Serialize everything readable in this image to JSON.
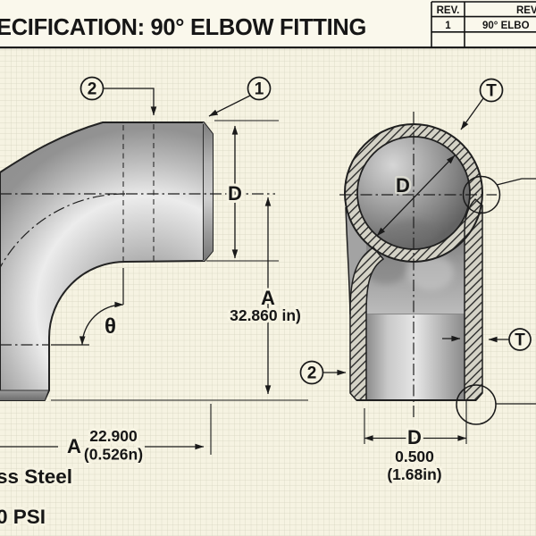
{
  "title": "ECIFICATION: 90° ELBOW FITTING",
  "revision_table": {
    "rev_header": "REV.",
    "desc_header": "REV",
    "rows": [
      {
        "rev": "1",
        "desc": "90° ELBO"
      }
    ]
  },
  "left_view": {
    "balloon_1": "1",
    "balloon_2": "2",
    "dim_d_label": "D",
    "dim_a_label": "A",
    "dim_a_value": "32.860 in)",
    "theta_label": "θ",
    "bottom_dim_label": "A",
    "bottom_dim_value": "22.900",
    "bottom_dim_secondary": "(0.526n)"
  },
  "right_view": {
    "balloon_t_top": "T",
    "balloon_t_side": "T",
    "balloon_2": "2",
    "dim_d_label": "D",
    "bottom_dim_label": "D",
    "bottom_dim_value": "0.500",
    "bottom_dim_secondary": "(1.68in)"
  },
  "notes": {
    "material_note": "ss Steel",
    "pressure_note": "0 PSI"
  },
  "colors": {
    "paper": "#f6f3e2",
    "grid": "#c9c8b2",
    "ink": "#1a1a1a",
    "hatch_bg": "#d4d2c6",
    "metal_light": "#ececec",
    "metal_dark": "#8c8c8c"
  }
}
